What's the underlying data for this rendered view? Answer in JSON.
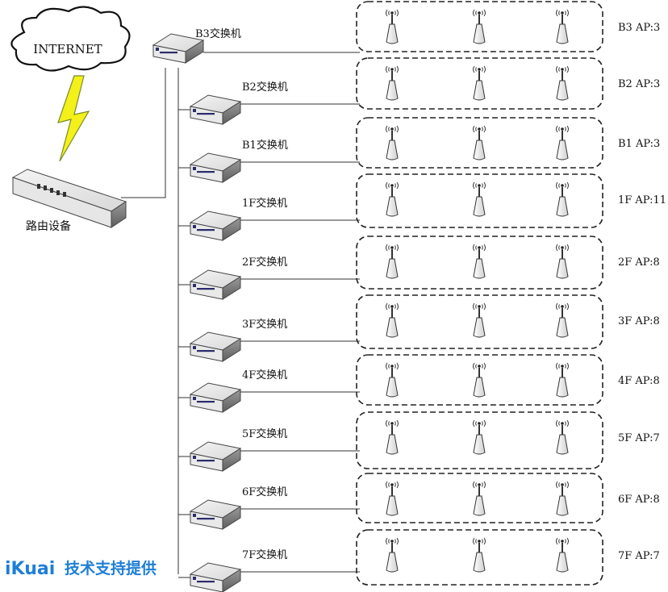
{
  "internet_label": "INTERNET",
  "router_label": "路由设备",
  "core_switch_label": "B3交换机",
  "switches": [
    {
      "label": "B2交换机"
    },
    {
      "label": "B1交换机"
    },
    {
      "label": "1F交换机"
    },
    {
      "label": "2F交换机"
    },
    {
      "label": "3F交换机"
    },
    {
      "label": "4F交换机"
    },
    {
      "label": "5F交换机"
    },
    {
      "label": "6F交换机"
    },
    {
      "label": "7F交换机"
    }
  ],
  "ap_groups": [
    {
      "label": "B3 AP:3"
    },
    {
      "label": "B2 AP:3"
    },
    {
      "label": "B1 AP:3"
    },
    {
      "label": "1F AP:11"
    },
    {
      "label": "2F AP:8"
    },
    {
      "label": "3F AP:8"
    },
    {
      "label": "4F AP:8"
    },
    {
      "label": "5F AP:7"
    },
    {
      "label": "6F AP:8"
    },
    {
      "label": "7F AP:7"
    }
  ],
  "footer": {
    "brand": "iKuai",
    "text": "技术支持提供"
  },
  "colors": {
    "brand_blue": "#1e7fd6",
    "lightning_fill": "#f3f01a",
    "lightning_stroke": "#7a8a2a"
  }
}
